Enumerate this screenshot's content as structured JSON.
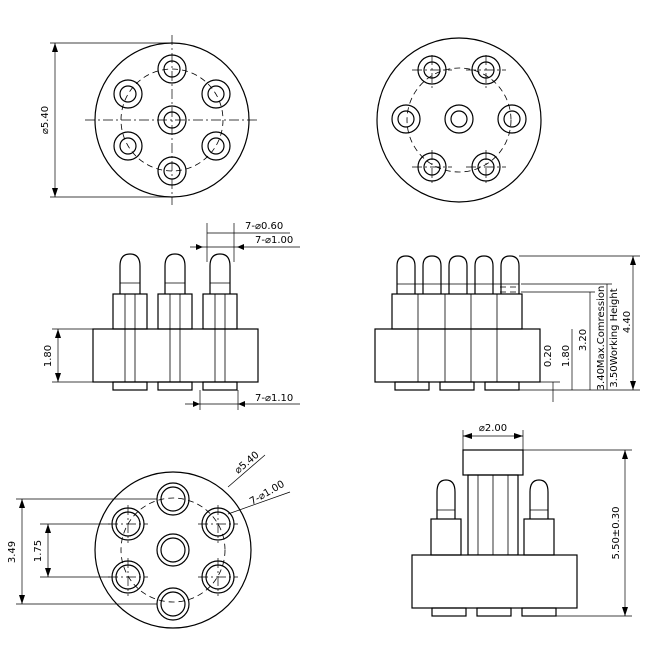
{
  "labels": {
    "dia_outer_top": "⌀5.40",
    "pin_dia": "7-⌀0.60",
    "hole_dia": "7-⌀1.00",
    "base_dia": "7-⌀1.10",
    "height_left": "1.80",
    "dim_020": "0.20",
    "dim_180": "1.80",
    "dim_320": "3.20",
    "max_comp": "3.40Max.Comression",
    "working_h": "3.50Working Height",
    "dim_440": "4.40",
    "dia_outer_bottom": "⌀5.40",
    "hole_dia_bottom": "7-⌀1.00",
    "dim_349": "3.49",
    "dim_175": "1.75",
    "dia_200": "⌀2.00",
    "total_h": "5.50±0.30"
  }
}
